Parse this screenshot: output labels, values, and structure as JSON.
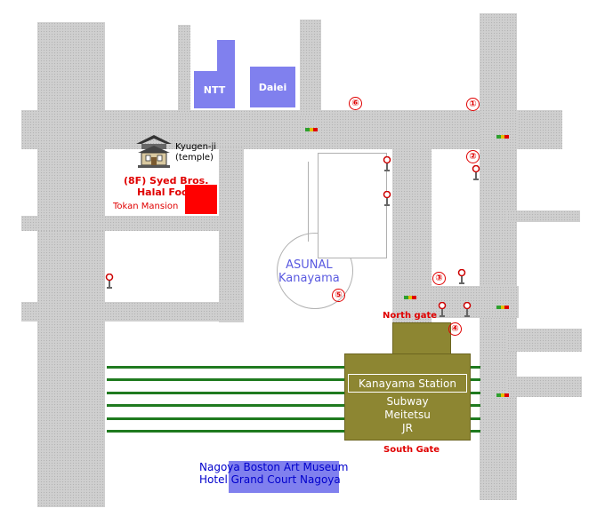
{
  "buildings": {
    "ntt": "NTT",
    "daiei": "Daiei"
  },
  "temple": {
    "name": "Kyugen-ji",
    "sub": "(temple)"
  },
  "halal": {
    "line1": "(8F) Syed Bros.",
    "line2": "Halal Food",
    "mansion": "Tokan Mansion"
  },
  "asunal": {
    "line1": "ASUNAL",
    "line2": "Kanayama"
  },
  "station": {
    "name": "Kanayama Station",
    "lines": [
      "Subway",
      "Meitetsu",
      "JR"
    ],
    "north_gate": "North gate",
    "south_gate": "South Gate"
  },
  "museum": {
    "line1": "Nagoya Boston Art Museum",
    "line2": "Hotel Grand Court Nagoya"
  },
  "markers": [
    "①",
    "②",
    "③",
    "④",
    "⑤",
    "⑥"
  ],
  "colors": {
    "road": "#cfcfcf",
    "building": "#8080ee",
    "station": "#8d8632",
    "rail": "#1f7a1f",
    "marker": "#e00000",
    "halal": "#ff0000"
  }
}
